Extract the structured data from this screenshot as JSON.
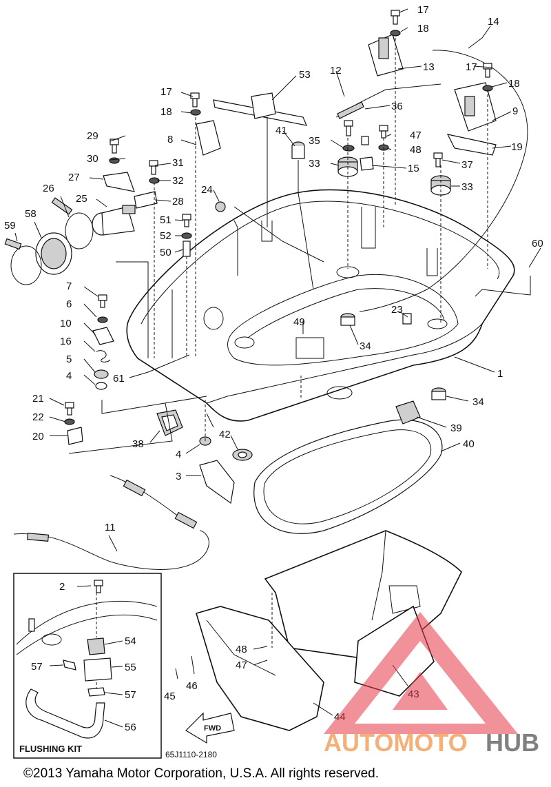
{
  "diagram": {
    "part_labels": [
      {
        "id": "p1",
        "text": "1"
      },
      {
        "id": "p2",
        "text": "2"
      },
      {
        "id": "p3",
        "text": "3"
      },
      {
        "id": "p4a",
        "text": "4"
      },
      {
        "id": "p4b",
        "text": "4"
      },
      {
        "id": "p5",
        "text": "5"
      },
      {
        "id": "p6",
        "text": "6"
      },
      {
        "id": "p7",
        "text": "7"
      },
      {
        "id": "p8",
        "text": "8"
      },
      {
        "id": "p9",
        "text": "9"
      },
      {
        "id": "p10",
        "text": "10"
      },
      {
        "id": "p11",
        "text": "11"
      },
      {
        "id": "p12",
        "text": "12"
      },
      {
        "id": "p13",
        "text": "13"
      },
      {
        "id": "p14",
        "text": "14"
      },
      {
        "id": "p15",
        "text": "15"
      },
      {
        "id": "p16",
        "text": "16"
      },
      {
        "id": "p17a",
        "text": "17"
      },
      {
        "id": "p17b",
        "text": "17"
      },
      {
        "id": "p17c",
        "text": "17"
      },
      {
        "id": "p18a",
        "text": "18"
      },
      {
        "id": "p18b",
        "text": "18"
      },
      {
        "id": "p18c",
        "text": "18"
      },
      {
        "id": "p19",
        "text": "19"
      },
      {
        "id": "p20",
        "text": "20"
      },
      {
        "id": "p21",
        "text": "21"
      },
      {
        "id": "p22",
        "text": "22"
      },
      {
        "id": "p23",
        "text": "23"
      },
      {
        "id": "p24",
        "text": "24"
      },
      {
        "id": "p25",
        "text": "25"
      },
      {
        "id": "p26",
        "text": "26"
      },
      {
        "id": "p27",
        "text": "27"
      },
      {
        "id": "p28",
        "text": "28"
      },
      {
        "id": "p29",
        "text": "29"
      },
      {
        "id": "p30",
        "text": "30"
      },
      {
        "id": "p31",
        "text": "31"
      },
      {
        "id": "p32",
        "text": "32"
      },
      {
        "id": "p33a",
        "text": "33"
      },
      {
        "id": "p33b",
        "text": "33"
      },
      {
        "id": "p34a",
        "text": "34"
      },
      {
        "id": "p34b",
        "text": "34"
      },
      {
        "id": "p35",
        "text": "35"
      },
      {
        "id": "p36",
        "text": "36"
      },
      {
        "id": "p37",
        "text": "37"
      },
      {
        "id": "p38",
        "text": "38"
      },
      {
        "id": "p39",
        "text": "39"
      },
      {
        "id": "p40",
        "text": "40"
      },
      {
        "id": "p41",
        "text": "41"
      },
      {
        "id": "p42",
        "text": "42"
      },
      {
        "id": "p43",
        "text": "43"
      },
      {
        "id": "p44",
        "text": "44"
      },
      {
        "id": "p45",
        "text": "45"
      },
      {
        "id": "p46",
        "text": "46"
      },
      {
        "id": "p47a",
        "text": "47"
      },
      {
        "id": "p47b",
        "text": "47"
      },
      {
        "id": "p48a",
        "text": "48"
      },
      {
        "id": "p48b",
        "text": "48"
      },
      {
        "id": "p49",
        "text": "49"
      },
      {
        "id": "p50",
        "text": "50"
      },
      {
        "id": "p51",
        "text": "51"
      },
      {
        "id": "p52",
        "text": "52"
      },
      {
        "id": "p53",
        "text": "53"
      },
      {
        "id": "p54",
        "text": "54"
      },
      {
        "id": "p55",
        "text": "55"
      },
      {
        "id": "p56",
        "text": "56"
      },
      {
        "id": "p57a",
        "text": "57"
      },
      {
        "id": "p57b",
        "text": "57"
      },
      {
        "id": "p58",
        "text": "58"
      },
      {
        "id": "p59",
        "text": "59"
      },
      {
        "id": "p60",
        "text": "60"
      },
      {
        "id": "p61",
        "text": "61"
      }
    ],
    "flushing_kit_title": "FLUSHING KIT",
    "diagram_code": "65J1110-2180",
    "fwd_label": "FWD",
    "copyright": "©2013 Yamaha Motor Corporation, U.S.A. All rights reserved."
  },
  "watermark": {
    "brand_part1": "AUTOMOTO",
    "brand_part2": "HUB",
    "color_part1": "#f4a261",
    "color_part2": "#6b6b6b",
    "triangle_color": "#e63946"
  }
}
